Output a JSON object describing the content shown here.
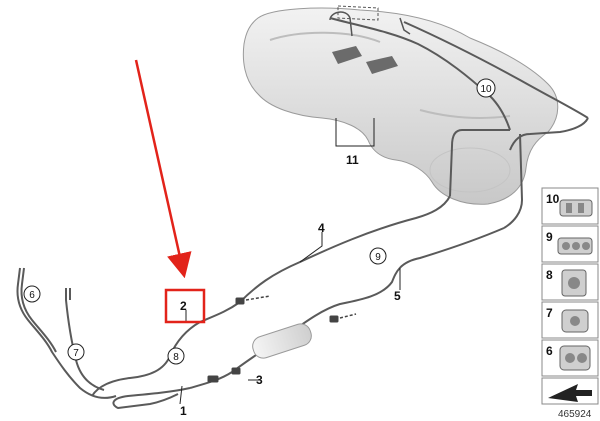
{
  "diagram": {
    "callouts": {
      "c1": "1",
      "c2": "2",
      "c3": "3",
      "c4": "4",
      "c5": "5",
      "c6": "6",
      "c7": "7",
      "c8": "8",
      "c9": "9",
      "c10": "10",
      "c11": "11"
    },
    "legend": [
      "10",
      "9",
      "8",
      "7",
      "6"
    ],
    "doc_number": "465924",
    "colors": {
      "highlight": "#e2231a",
      "line": "#5a5a5a",
      "tank_fill": "#dcdcdc",
      "legend_border": "#888888"
    },
    "icons": {
      "arrow": "red-pointer-arrow",
      "highlight": "red-highlight-box",
      "legend_arrow": "navigation-arrow-icon"
    }
  }
}
